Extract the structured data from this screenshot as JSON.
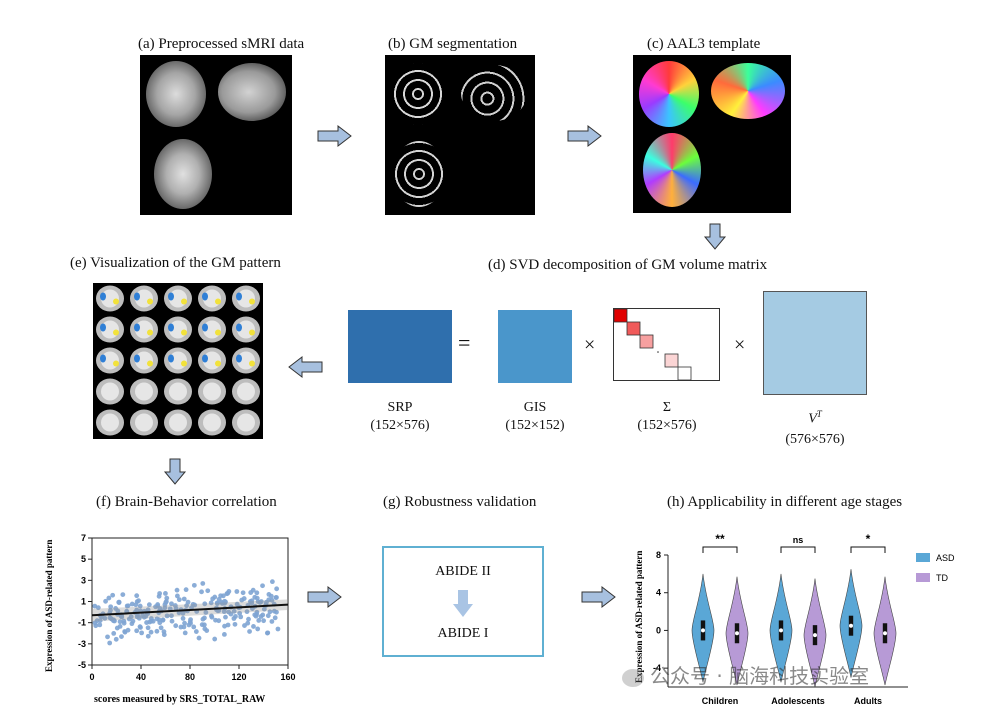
{
  "titles": {
    "a": "(a) Preprocessed sMRI data",
    "b": "(b) GM segmentation",
    "c": "(c) AAL3 template",
    "d": "(d) SVD decomposition of GM volume matrix",
    "e": "(e) Visualization of the GM pattern",
    "f": "(f) Brain-Behavior correlation",
    "g": "(g) Robustness validation",
    "h": "(h) Applicability in different age stages"
  },
  "svd": {
    "equals": "=",
    "times": "×",
    "srp_label": "SRP",
    "srp_dim": "(152×576)",
    "gis_label": "GIS",
    "gis_dim": "(152×152)",
    "sigma_label": "Σ",
    "sigma_dim": "(152×576)",
    "vt_label": "V",
    "vt_sup": "T",
    "vt_dim": "(576×576)",
    "colors": {
      "srp": "#2f6fad",
      "gis": "#4a96cb",
      "vt": "#a5cbe3"
    }
  },
  "robustness": {
    "top": "ABIDE II",
    "bottom": "ABIDE I",
    "border": "#5fb0d2"
  },
  "scatter": {
    "ylabel": "Expression of ASD-related pattern",
    "xlabel": "scores measured by SRS_TOTAL_RAW",
    "xticks": [
      "0",
      "40",
      "80",
      "120",
      "160"
    ],
    "yticks": [
      "7",
      "5",
      "3",
      "1",
      "-1",
      "-3",
      "-5"
    ]
  },
  "violin": {
    "ylabel": "Expression of ASD-related pattern",
    "yticks": [
      "8",
      "4",
      "0",
      "-4"
    ],
    "groups": [
      "Children",
      "Adolescents",
      "Adults"
    ],
    "sig": [
      "**",
      "ns",
      "*"
    ],
    "legend": [
      {
        "name": "ASD",
        "color": "#5aa7d6"
      },
      {
        "name": "TD",
        "color": "#b79ad6"
      }
    ]
  },
  "watermark": "公众号 · 脑海科技实验室",
  "chart_data": [
    {
      "type": "scatter",
      "title": "(f) Brain-Behavior correlation",
      "xlabel": "scores measured by SRS_TOTAL_RAW",
      "ylabel": "Expression of ASD-related pattern",
      "xlim": [
        0,
        160
      ],
      "ylim": [
        -5,
        7
      ],
      "trend": {
        "x": [
          0,
          160
        ],
        "y": [
          -0.3,
          0.7
        ]
      }
    },
    {
      "type": "violin",
      "title": "(h) Applicability in different age stages",
      "ylabel": "Expression of ASD-related pattern",
      "categories": [
        "Children",
        "Adolescents",
        "Adults"
      ],
      "ylim": [
        -6,
        8
      ],
      "series": [
        {
          "name": "ASD",
          "medians": [
            0,
            0,
            0.5
          ]
        },
        {
          "name": "TD",
          "medians": [
            -0.3,
            -0.5,
            -0.3
          ]
        }
      ],
      "significance": [
        "**",
        "ns",
        "*"
      ]
    }
  ]
}
